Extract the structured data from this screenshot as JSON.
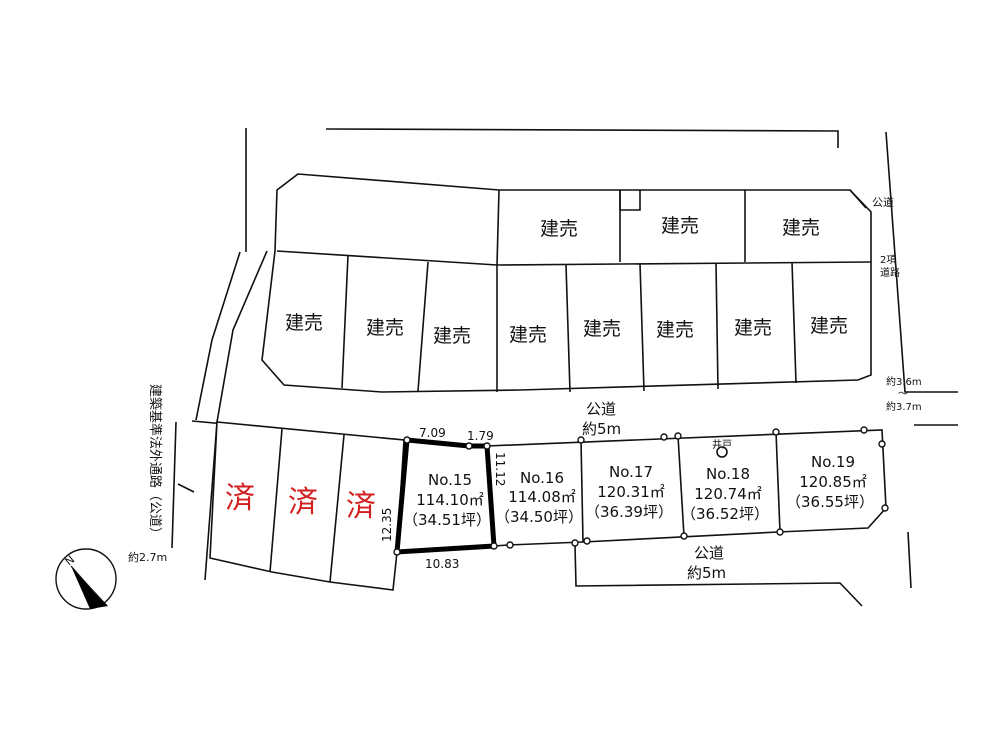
{
  "labels": {
    "tatebai": "建売",
    "sold": "済",
    "road_public": "公道",
    "road_approx5": "約5m",
    "road_class2_a": "2項",
    "road_class2_b": "道路",
    "road_width_a": "約3.6m",
    "road_width_sep": "〜",
    "road_width_b": "約3.7m",
    "left_road_vertical": "建築基準法外通路（公道）",
    "left_road_width": "約2.7m",
    "well": "井戸",
    "compass": "N"
  },
  "dimensions": {
    "top_a": "7.09",
    "top_b": "1.79",
    "side_left": "12.35",
    "side_right": "11.12",
    "bottom": "10.83"
  },
  "lots": [
    {
      "no": "No.15",
      "area": "114.10㎡",
      "tsubo": "（34.51坪）"
    },
    {
      "no": "No.16",
      "area": "114.08㎡",
      "tsubo": "（34.50坪）"
    },
    {
      "no": "No.17",
      "area": "120.31㎡",
      "tsubo": "（36.39坪）"
    },
    {
      "no": "No.18",
      "area": "120.74㎡",
      "tsubo": "（36.52坪）"
    },
    {
      "no": "No.19",
      "area": "120.85㎡",
      "tsubo": "（36.55坪）"
    }
  ]
}
